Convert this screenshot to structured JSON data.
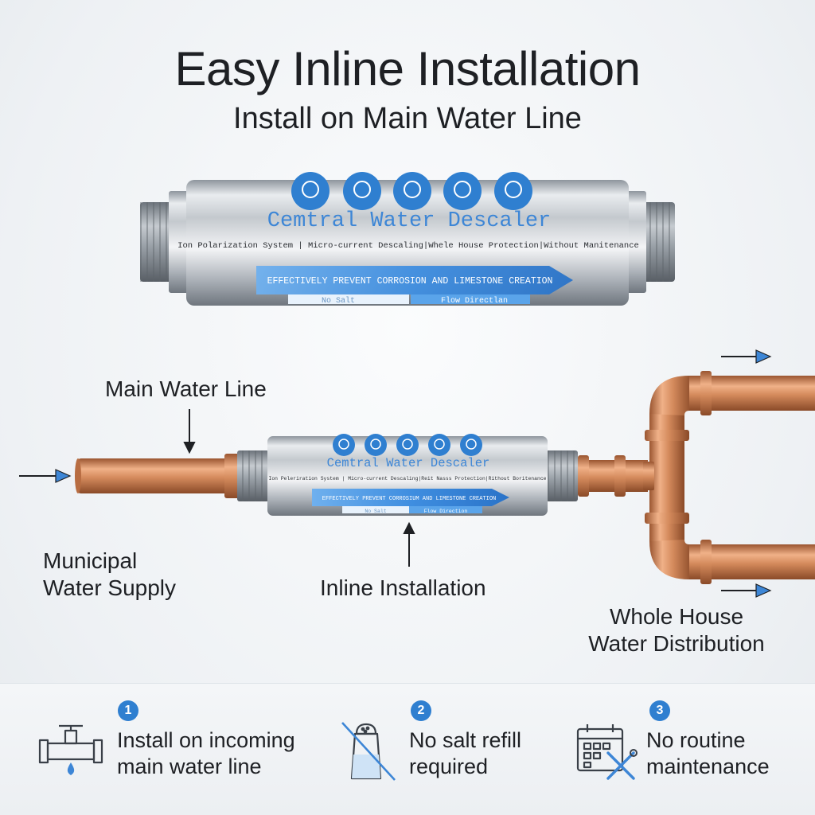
{
  "header": {
    "title": "Easy Inline Installation",
    "subtitle": "Install on Main Water Line"
  },
  "device": {
    "name": "Cemtral Water Descaler",
    "features_line": "Ion Polarization System | Micro-current Descaling|Whele House Protection|Without Manitenance",
    "banner": "EFFECTIVELY PREVENT CORROSION AND LIMESTONE CREATION",
    "no_salt": "No Salt",
    "flow_direction": "Flow Directlan"
  },
  "inline_device": {
    "name": "Cemtral Water Descaler",
    "features_line": "Ion Peleriration System | Micro-current Descaling|Reit Nasss Protection|Rithout Boritenance",
    "banner": "EFFECTIVELY PREVENT CORROSIUM AND LIMESTONE CREATION",
    "no_salt": "No Salt",
    "flow_direction": "Flow Direction"
  },
  "diagram": {
    "main_water_line": "Main Water Line",
    "municipal_line1": "Municipal",
    "municipal_line2": "Water Supply",
    "inline_installation": "Inline Installation",
    "distribution_line1": "Whole House",
    "distribution_line2": "Water Distribution"
  },
  "features": [
    {
      "number": "1",
      "line1": "Install on incoming",
      "line2": "main water line",
      "icon": "pipe-faucet-icon"
    },
    {
      "number": "2",
      "line1": "No salt refill",
      "line2": "required",
      "icon": "no-salt-icon"
    },
    {
      "number": "3",
      "line1": "No routine",
      "line2": "maintenance",
      "icon": "calendar-tools-icon"
    }
  ],
  "colors": {
    "accent_blue": "#2f7fd0",
    "copper": "#c8804f",
    "steel": "#b9bfc6",
    "label_blue": "#3d86d6"
  }
}
